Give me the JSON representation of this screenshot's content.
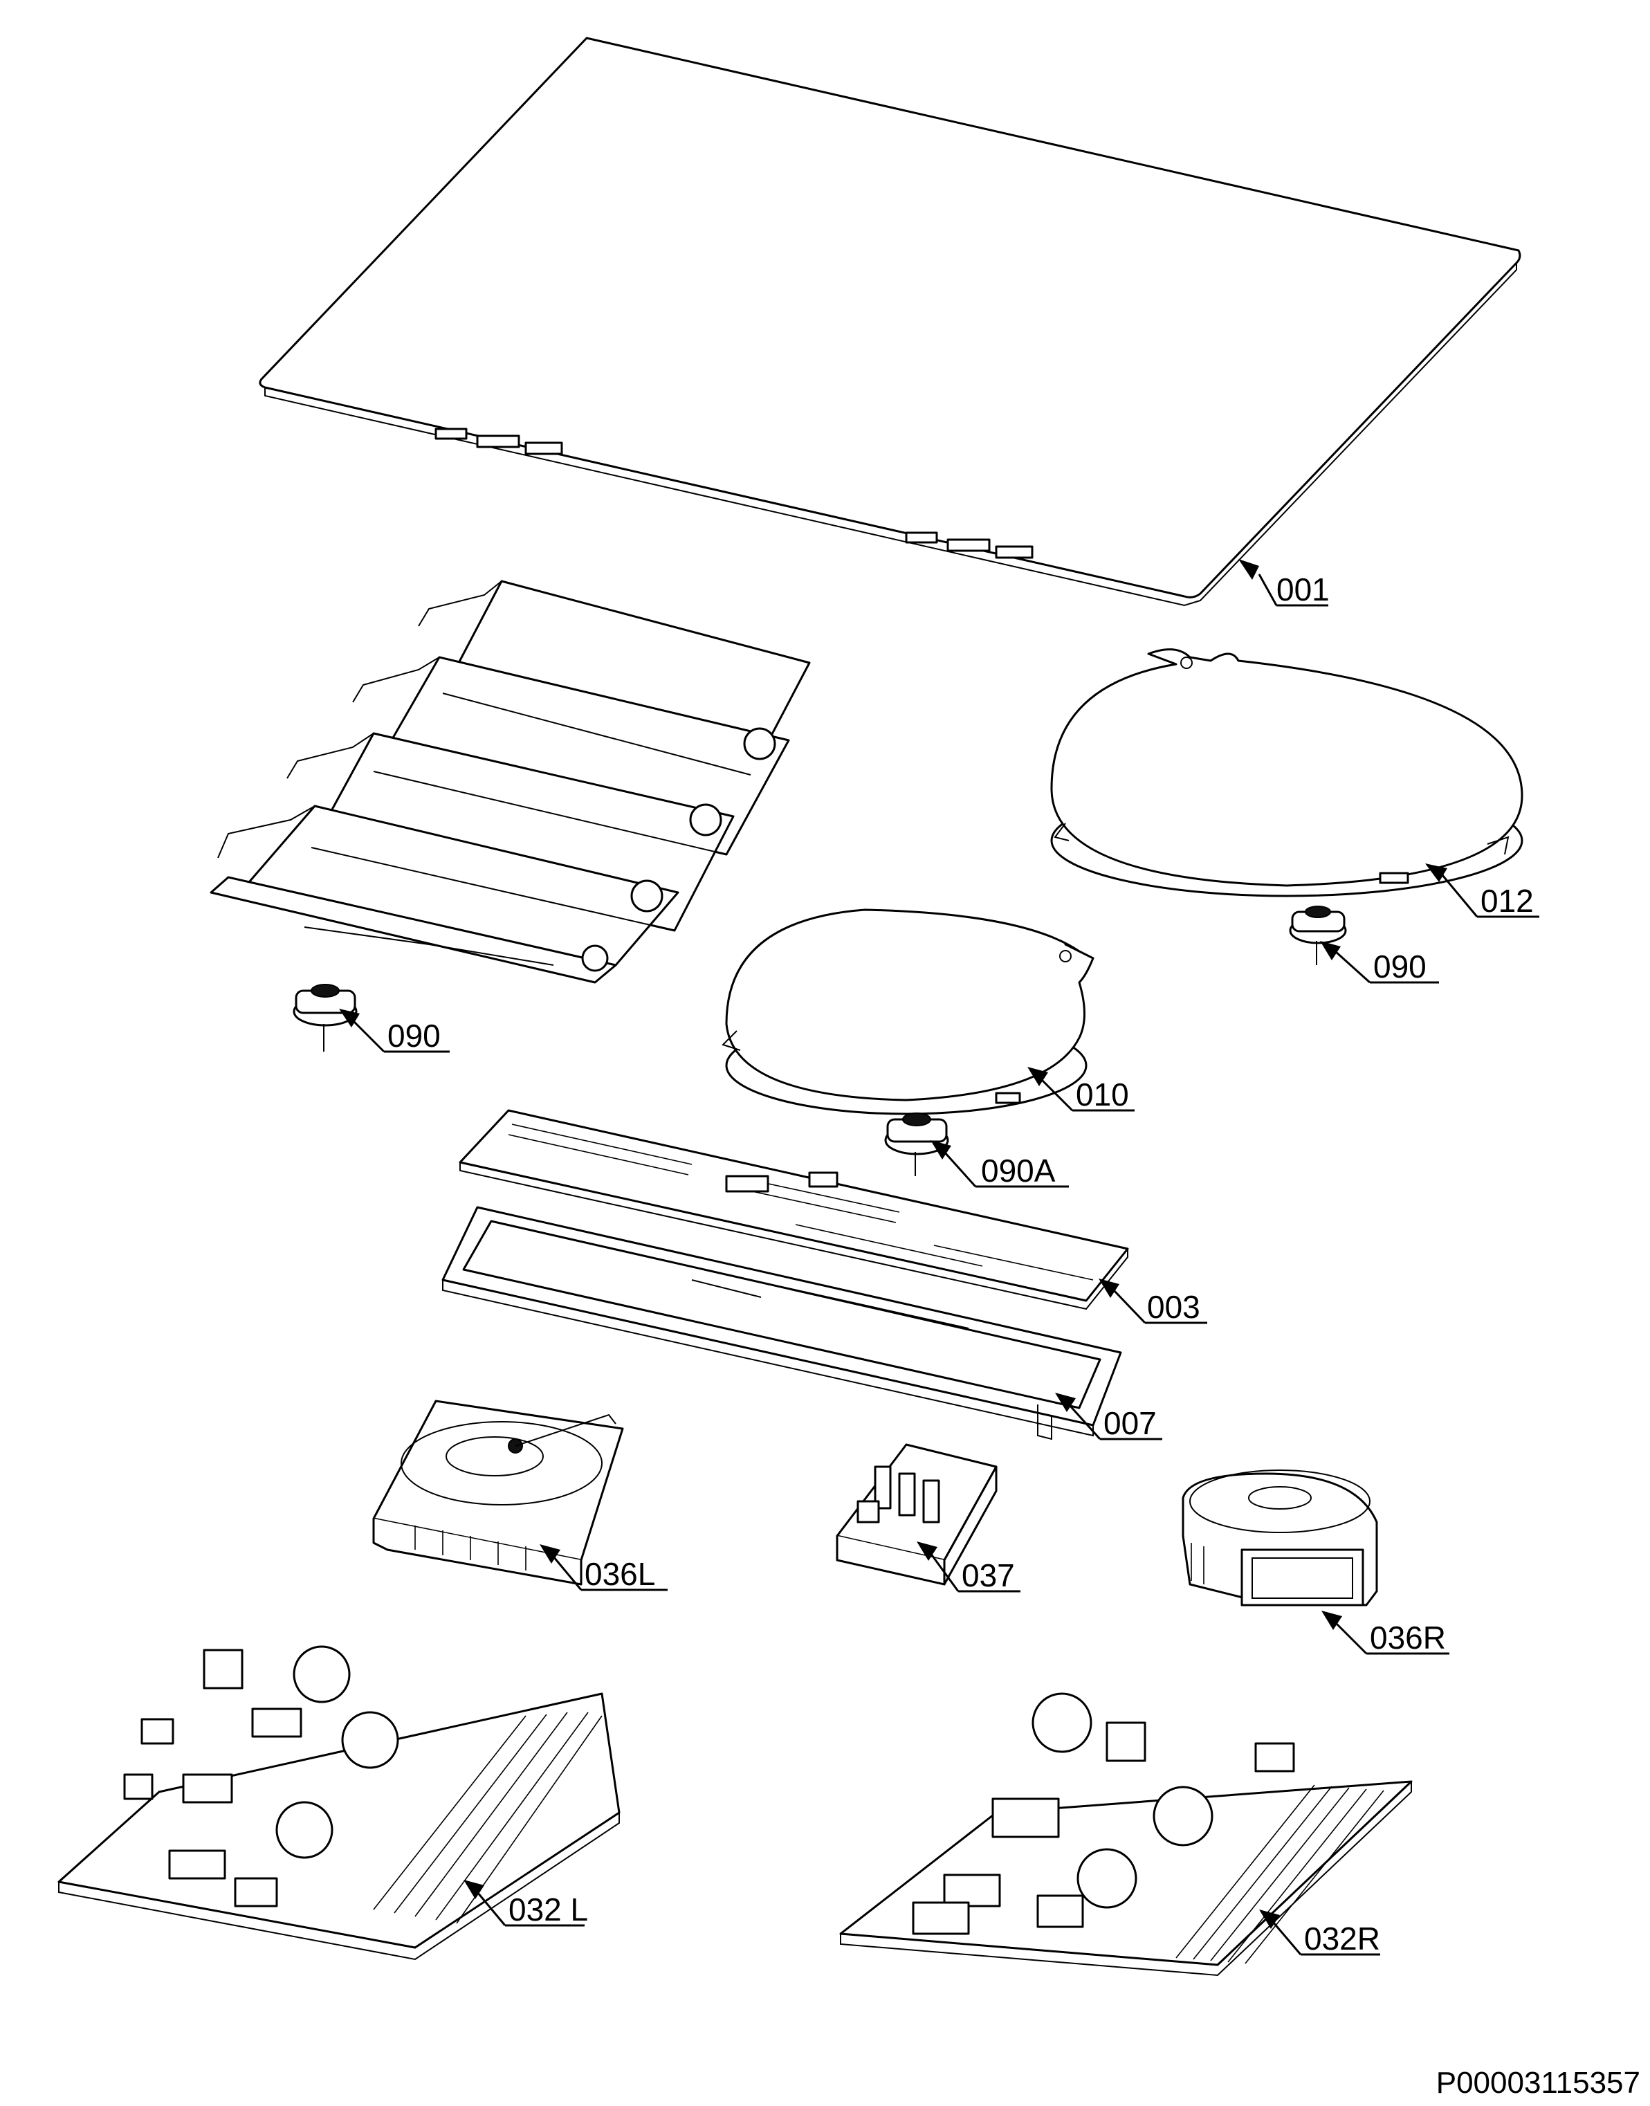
{
  "callouts": [
    {
      "label": "001"
    },
    {
      "label": "012"
    },
    {
      "label": "090"
    },
    {
      "label": "090"
    },
    {
      "label": "010"
    },
    {
      "label": "090A"
    },
    {
      "label": "003"
    },
    {
      "label": "007"
    },
    {
      "label": "036L"
    },
    {
      "label": "037"
    },
    {
      "label": "036R"
    },
    {
      "label": "032 L"
    },
    {
      "label": "032R"
    }
  ],
  "document_code": "P00003115357"
}
